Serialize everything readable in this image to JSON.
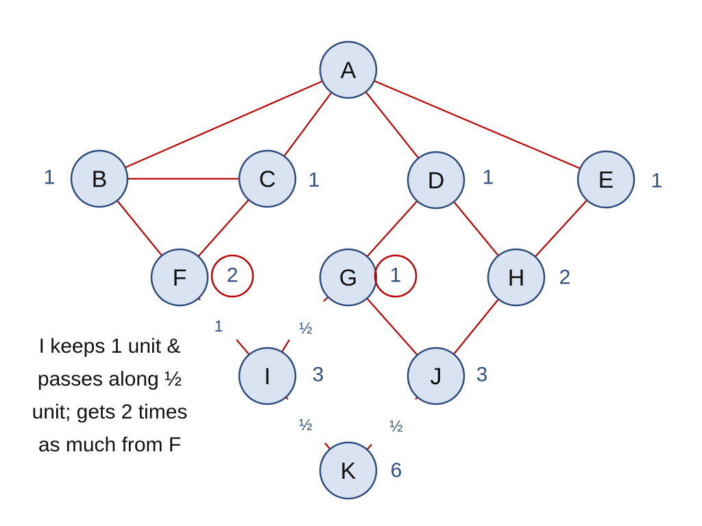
{
  "nodes": [
    {
      "id": "A",
      "count": ""
    },
    {
      "id": "B",
      "count": "1"
    },
    {
      "id": "C",
      "count": "1"
    },
    {
      "id": "D",
      "count": "1"
    },
    {
      "id": "E",
      "count": "1"
    },
    {
      "id": "F",
      "count": "2"
    },
    {
      "id": "G",
      "count": "1"
    },
    {
      "id": "H",
      "count": "2"
    },
    {
      "id": "I",
      "count": "3"
    },
    {
      "id": "J",
      "count": "3"
    },
    {
      "id": "K",
      "count": "6"
    }
  ],
  "edges": [
    {
      "from": "A",
      "to": "B",
      "label": ""
    },
    {
      "from": "A",
      "to": "C",
      "label": ""
    },
    {
      "from": "A",
      "to": "D",
      "label": ""
    },
    {
      "from": "A",
      "to": "E",
      "label": ""
    },
    {
      "from": "B",
      "to": "C",
      "label": ""
    },
    {
      "from": "B",
      "to": "F",
      "label": ""
    },
    {
      "from": "C",
      "to": "F",
      "label": ""
    },
    {
      "from": "D",
      "to": "G",
      "label": ""
    },
    {
      "from": "D",
      "to": "H",
      "label": ""
    },
    {
      "from": "E",
      "to": "H",
      "label": ""
    },
    {
      "from": "F",
      "to": "I",
      "label": "1"
    },
    {
      "from": "G",
      "to": "I",
      "label": "½"
    },
    {
      "from": "G",
      "to": "J",
      "label": ""
    },
    {
      "from": "H",
      "to": "J",
      "label": ""
    },
    {
      "from": "I",
      "to": "K",
      "label": "½"
    },
    {
      "from": "J",
      "to": "K",
      "label": "½"
    }
  ],
  "highlighted_counts": [
    "F",
    "G"
  ],
  "note": {
    "lines": [
      "I keeps 1 unit &",
      "passes along ½",
      "unit; gets 2 times",
      "as much from F"
    ]
  },
  "colors": {
    "edge": "#c00000",
    "node_fill": "#d9e3f1",
    "node_stroke": "#2f4b7c",
    "count_text": "#2f4f82"
  }
}
